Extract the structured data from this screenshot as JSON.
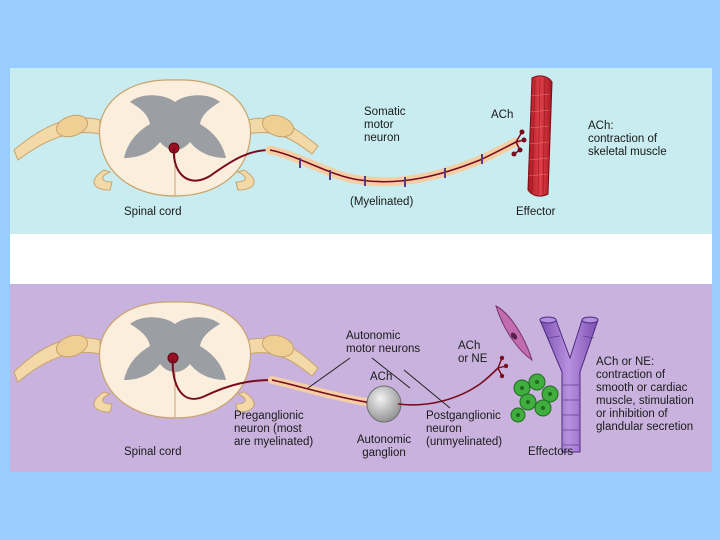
{
  "top_panel": {
    "spinal_cord_label": "Spinal cord",
    "neuron_label": "Somatic\nmotor\nneuron",
    "myelinated_label": "(Myelinated)",
    "ach_label": "ACh",
    "effector_label": "Effector",
    "effect_label": "ACh:\ncontraction of\nskeletal muscle"
  },
  "bottom_panel": {
    "spinal_cord_label": "Spinal cord",
    "neurons_label": "Autonomic\nmotor neurons",
    "ganglion_ach_label": "ACh",
    "terminal_label": "ACh\nor NE",
    "preganglionic_label": "Preganglionic\nneuron (most\nare myelinated)",
    "ganglion_label": "Autonomic\nganglion",
    "postganglionic_label": "Postganglionic\nneuron\n(unmyelinated)",
    "effectors_label": "Effectors",
    "effect_label": "ACh or NE:\ncontraction of\nsmooth or cardiac\nmuscle, stimulation\nor inhibition of\nglandular secretion"
  },
  "colors": {
    "background": "#99ccff",
    "top_panel": "#c8ecef",
    "bottom_panel": "#c9b3de",
    "axon": "#7a0b1c",
    "muscle": "#d62f3a"
  }
}
